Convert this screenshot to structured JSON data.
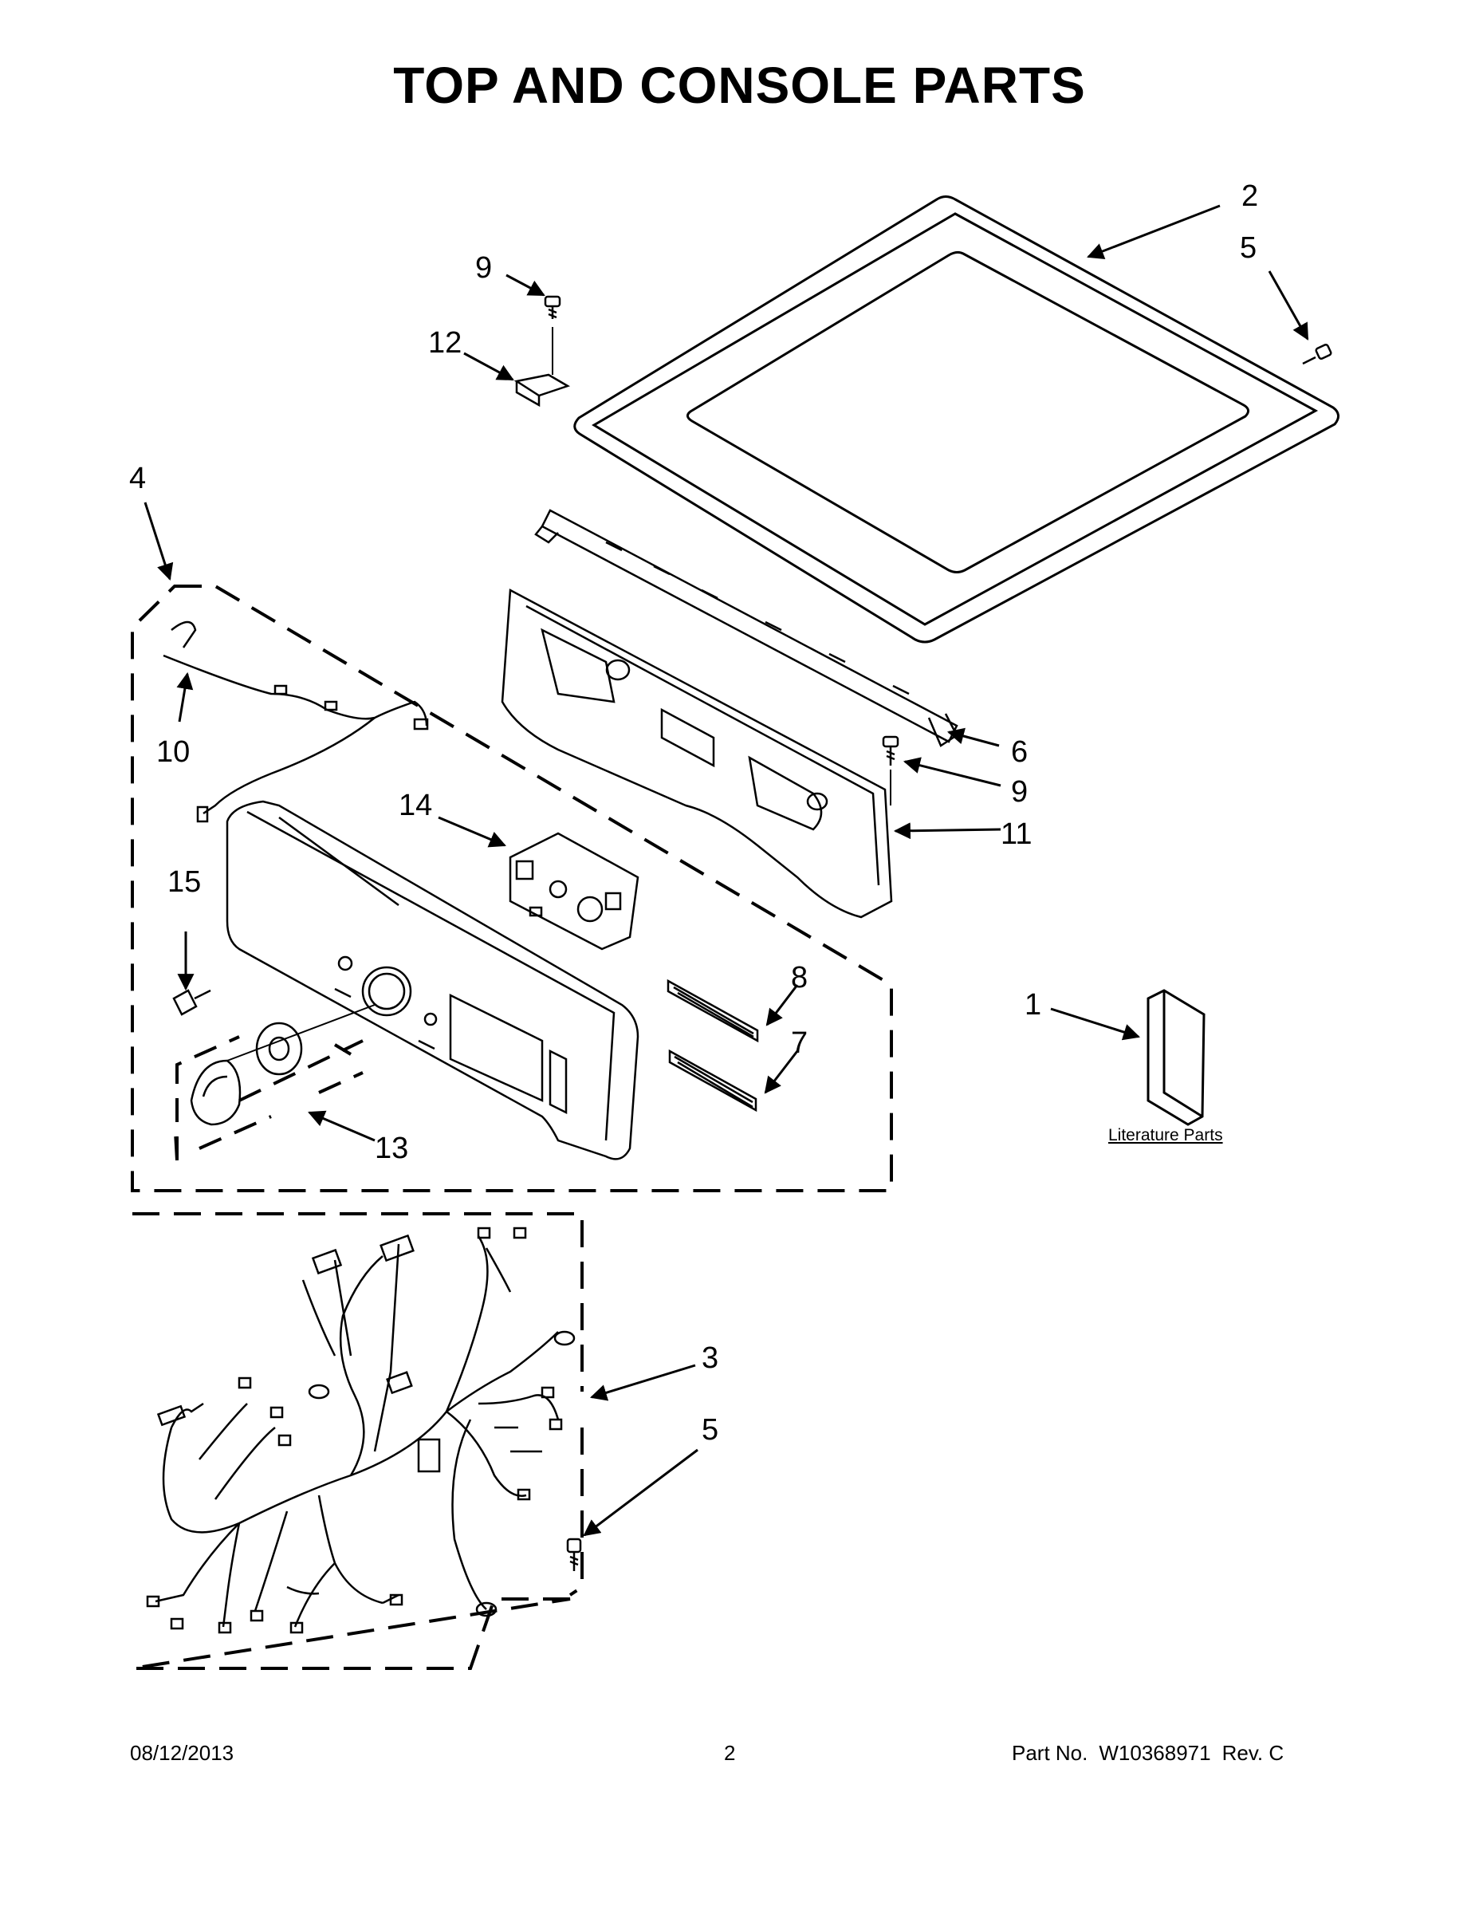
{
  "title": "TOP AND CONSOLE PARTS",
  "callouts": {
    "c1": "1",
    "c2": "2",
    "c3": "3",
    "c4": "4",
    "c5a": "5",
    "c5b": "5",
    "c6": "6",
    "c7": "7",
    "c8": "8",
    "c9a": "9",
    "c9b": "9",
    "c10": "10",
    "c11": "11",
    "c12": "12",
    "c13": "13",
    "c14": "14",
    "c15": "15"
  },
  "literature_label": "Literature Parts",
  "footer": {
    "date": "08/12/2013",
    "page": "2",
    "part_label": "Part No.",
    "part_number": "W10368971",
    "revision": "Rev. C"
  }
}
